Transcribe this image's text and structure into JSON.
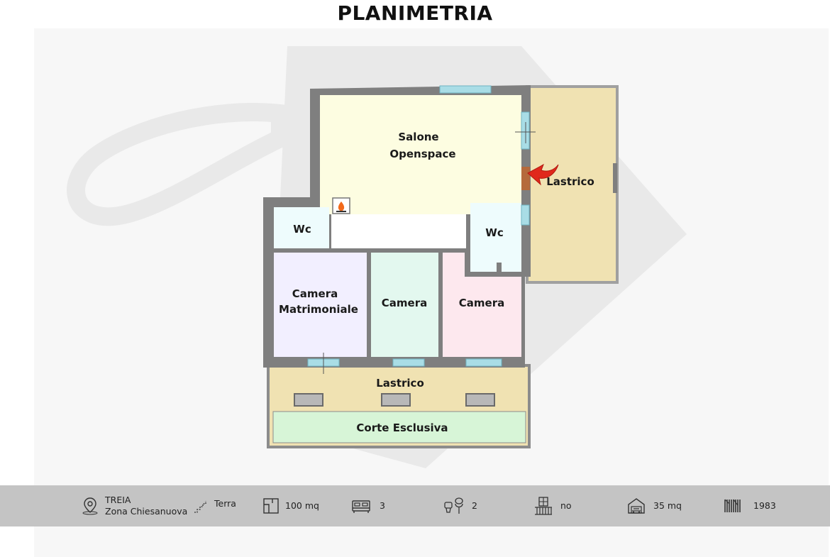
{
  "title": "PLANIMETRIA",
  "rooms": {
    "salone_line1": "Salone",
    "salone_line2": "Openspace",
    "wc_left": "Wc",
    "wc_right": "Wc",
    "camera_matrimoniale_line1": "Camera",
    "camera_matrimoniale_line2": "Matrimoniale",
    "camera_middle": "Camera",
    "camera_right": "Camera",
    "lastrico_side": "Lastrico",
    "lastrico_bottom": "Lastrico",
    "corte": "Corte Esclusiva"
  },
  "colors": {
    "salone": "#fdfde1",
    "wc": "#eefcfd",
    "camera_matrimoniale": "#f2efff",
    "camera_middle": "#e3f8ef",
    "camera_right": "#fde8ee",
    "lastrico": "#f0e2b2",
    "corte": "#d7f5d7",
    "wall": "#7f7f7f",
    "window": "#a9dde6",
    "arrow": "#e0281c"
  },
  "info": {
    "city": "TREIA",
    "zone": "Zona Chiesanuova",
    "floor": "Terra",
    "area": "100 mq",
    "bedrooms": "3",
    "bathrooms": "2",
    "balcony": "no",
    "garage": "35 mq",
    "year": "1983",
    "icons": [
      "location-pin-icon",
      "stairs-icon",
      "floor-area-icon",
      "bed-icon",
      "bathroom-icon",
      "balcony-icon",
      "garage-icon",
      "building-year-icon"
    ]
  }
}
